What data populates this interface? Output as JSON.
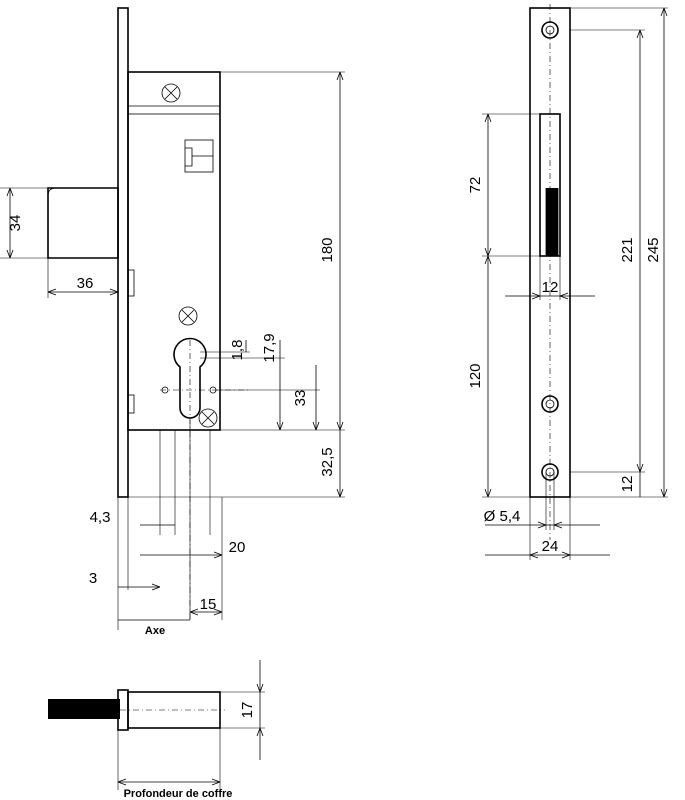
{
  "dimensions": {
    "front_34": "34",
    "front_36": "36",
    "front_180": "180",
    "front_1_8": "1,8",
    "front_17_9": "17,9",
    "front_33": "33",
    "front_32_5": "32,5",
    "front_4_3": "4,3",
    "front_20": "20",
    "front_3": "3",
    "front_15": "15",
    "side_72": "72",
    "side_12_slot": "12",
    "side_221": "221",
    "side_245": "245",
    "side_120": "120",
    "side_12_bottom": "12",
    "side_d5_4": "Ø 5,4",
    "side_24": "24",
    "top_17": "17"
  },
  "labels": {
    "axe": "Axe",
    "profondeur": "Profondeur de coffre"
  }
}
